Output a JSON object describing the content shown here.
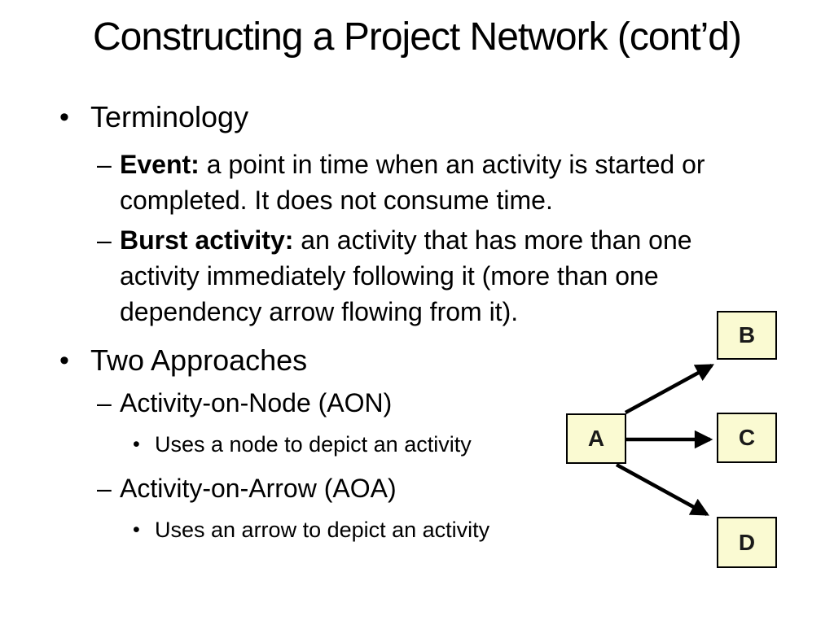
{
  "title": "Constructing a Project Network (cont’d)",
  "markers": {
    "level1": "•",
    "level2": "–",
    "level3": "•"
  },
  "bullets": {
    "terminology": {
      "label": "Terminology"
    },
    "event": {
      "lead": "Event:",
      "rest": " a point in time when an activity is started or\ncompleted. It does not consume time."
    },
    "burst": {
      "lead": "Burst activity:",
      "rest": " an activity that has more than one\nactivity immediately following it (more than one\ndependency arrow flowing from it)."
    },
    "two_approaches": {
      "label": "Two Approaches"
    },
    "aon": {
      "label": "Activity-on-Node (AON)"
    },
    "aon_detail": {
      "label": "Uses a node to depict an activity"
    },
    "aoa": {
      "label": "Activity-on-Arrow (AOA)"
    },
    "aoa_detail": {
      "label": "Uses an arrow to depict an activity"
    }
  },
  "diagram": {
    "nodes": [
      {
        "id": "A",
        "label": "A"
      },
      {
        "id": "B",
        "label": "B"
      },
      {
        "id": "C",
        "label": "C"
      },
      {
        "id": "D",
        "label": "D"
      }
    ],
    "edges": [
      "A→B",
      "A→C",
      "A→D"
    ],
    "node_fill": "#FAFAD2",
    "node_border": "#000000",
    "arrow_color": "#000000"
  },
  "colors": {
    "background": "#FFFFFF",
    "text": "#000000"
  }
}
